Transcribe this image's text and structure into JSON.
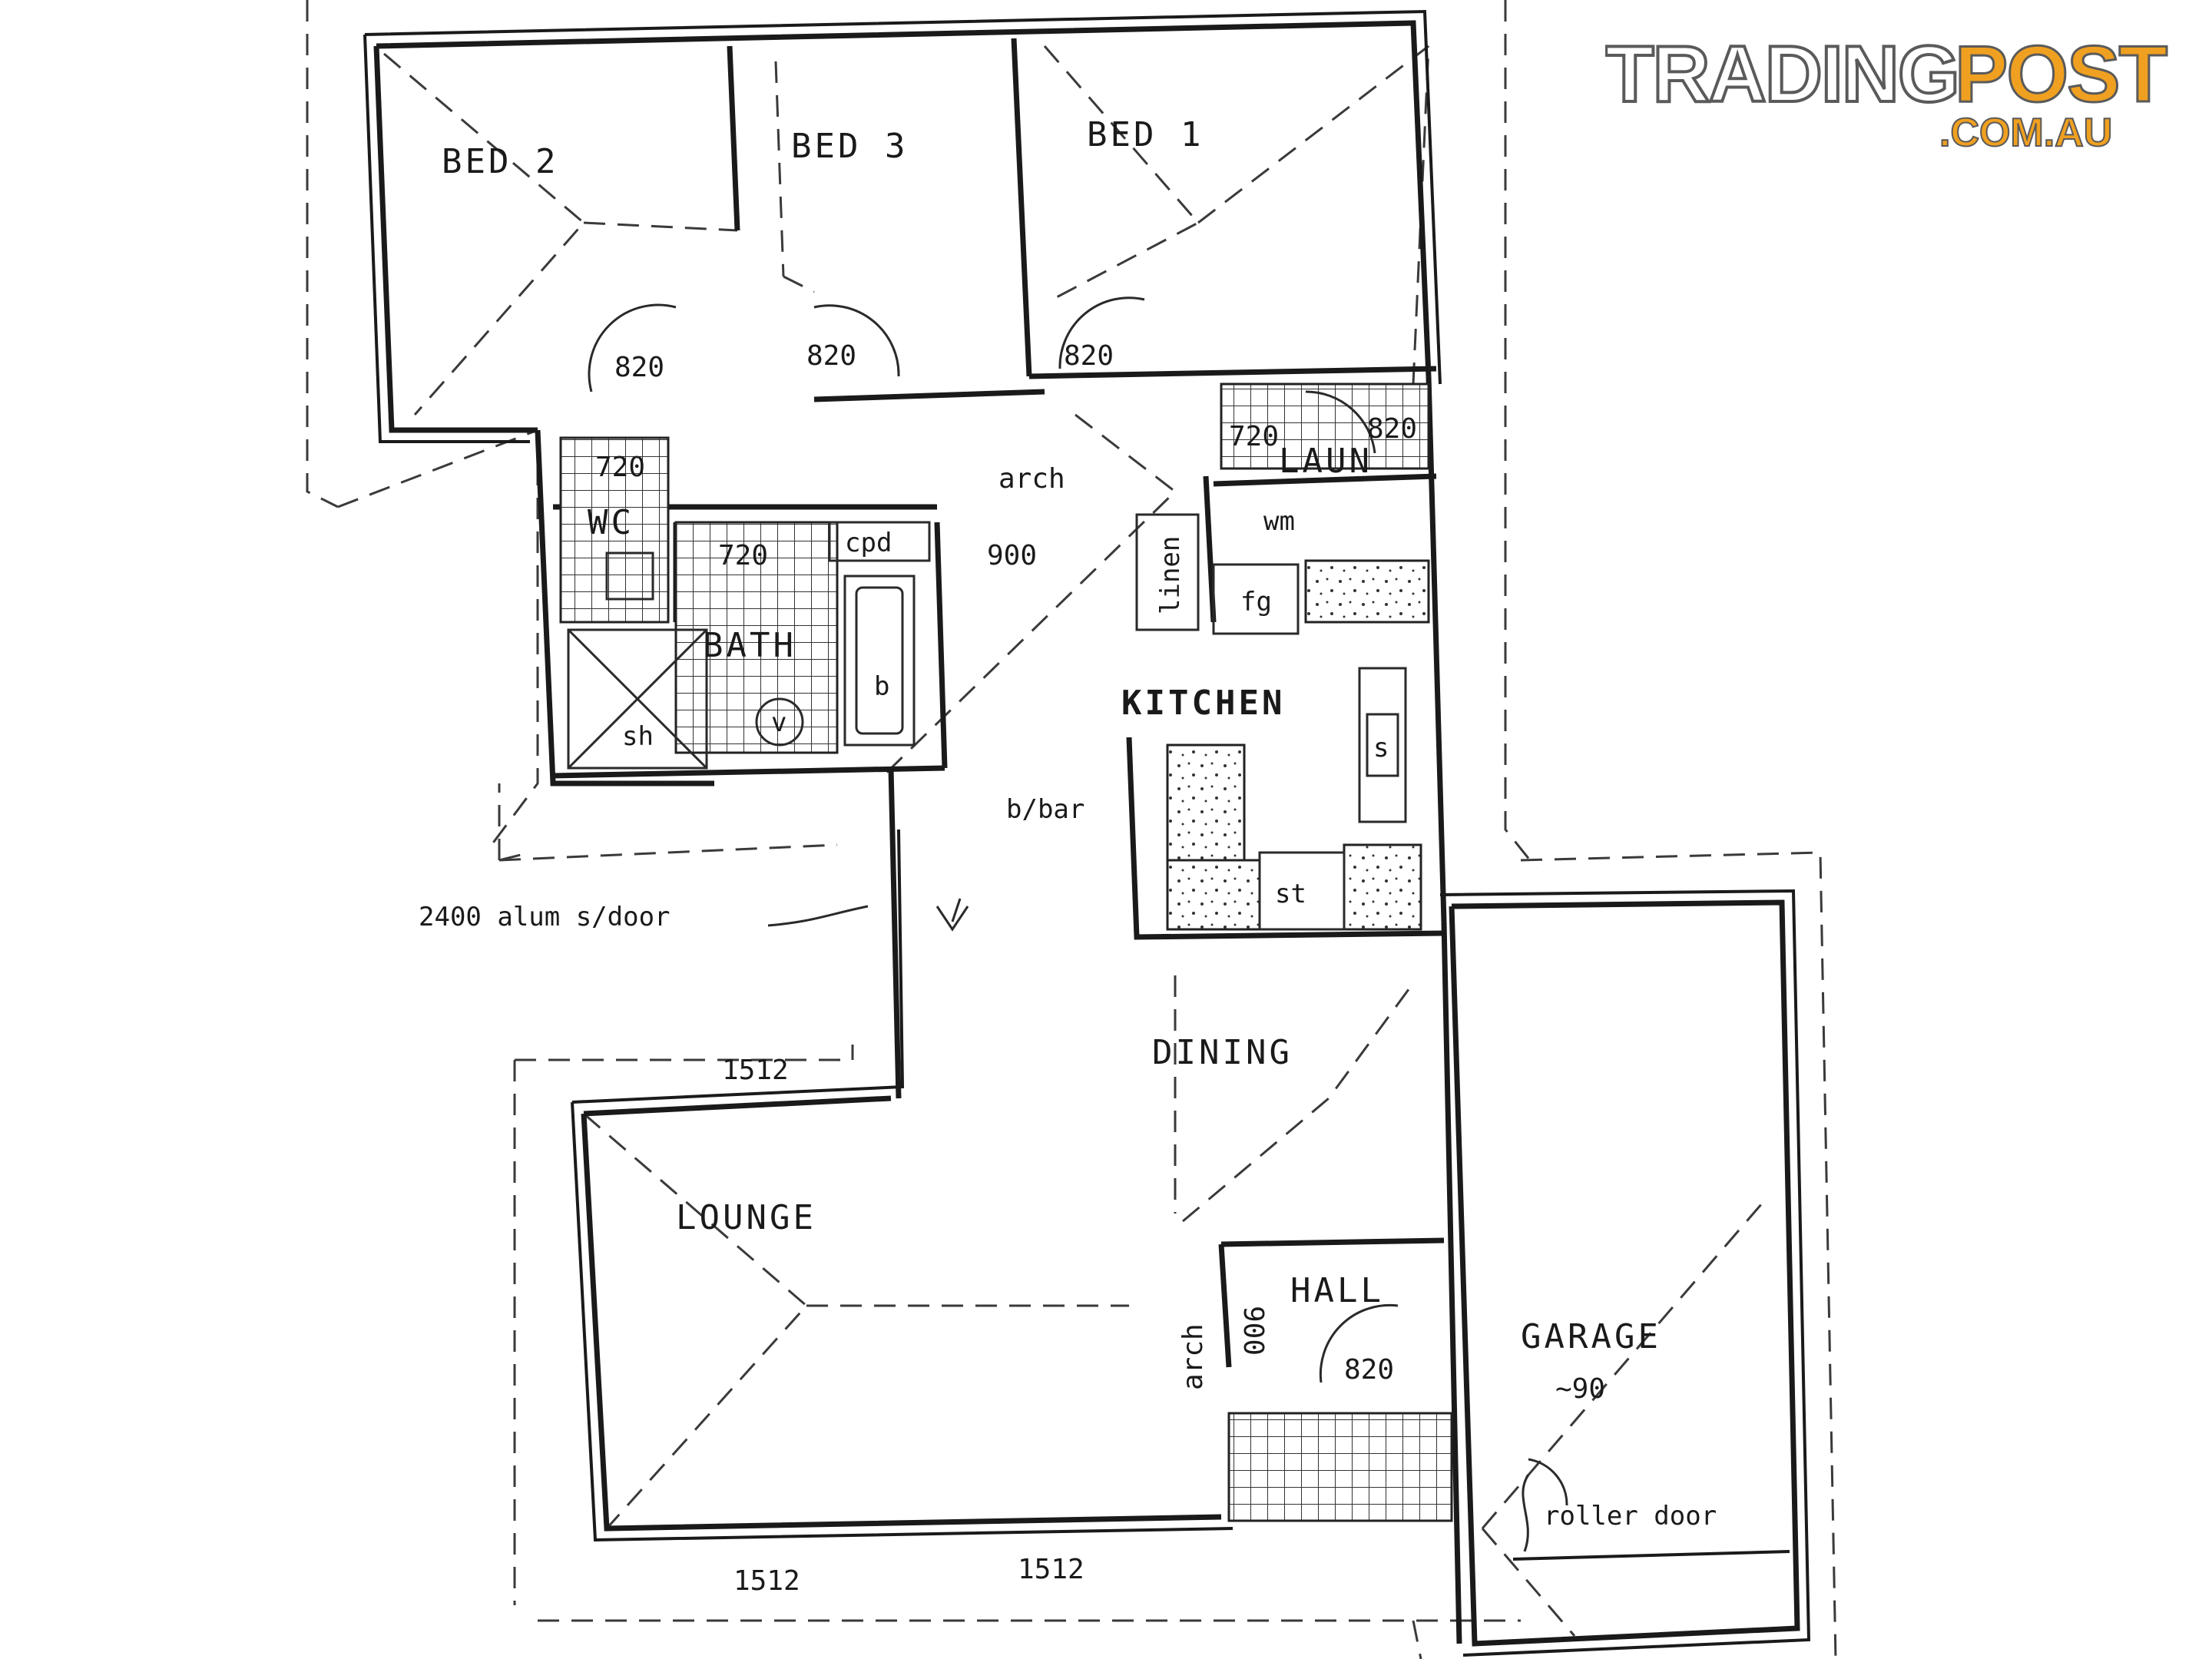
{
  "logo": {
    "brand_main": "TRADING",
    "brand_accent": "POST",
    "domain": ".COM.AU",
    "colors": {
      "accent": "#f0a020",
      "outline": "#5a5a5a"
    }
  },
  "rooms": {
    "bed2": "BED  2",
    "bed3": "BED  3",
    "bed1": "BED  1",
    "laundry": "LAUN",
    "wc": "WC",
    "bath": "BATH",
    "kitchen": "KITCHEN",
    "dining": "DINING",
    "lounge": "LOUNGE",
    "hall": "HALL",
    "garage": "GARAGE"
  },
  "fixtures": {
    "cpd": "cpd",
    "linen": "linen",
    "fg": "fg",
    "wm": "wm",
    "sh": "sh",
    "vanity": "v",
    "bath_tub": "b",
    "sink": "s",
    "stove": "st",
    "breakfast_bar": "b/bar"
  },
  "dimensions": {
    "door_bed2": "820",
    "door_bed3": "820",
    "door_bed1": "820",
    "door_laundry": "820",
    "door_wc": "720",
    "door_bath": "720",
    "laundry_side": "720",
    "arch_hall": "arch",
    "arch_hall_width": "900",
    "arch_dining": "arch",
    "arch_dining_width": "900",
    "door_front": "820",
    "window_lounge_side": "1512",
    "window_lounge_bottom_left": "1512",
    "window_lounge_bottom_right": "1512",
    "garage_angle": "~90"
  },
  "notes": {
    "sliding_door": "2400 alum s/door",
    "roller_door": "roller door"
  }
}
